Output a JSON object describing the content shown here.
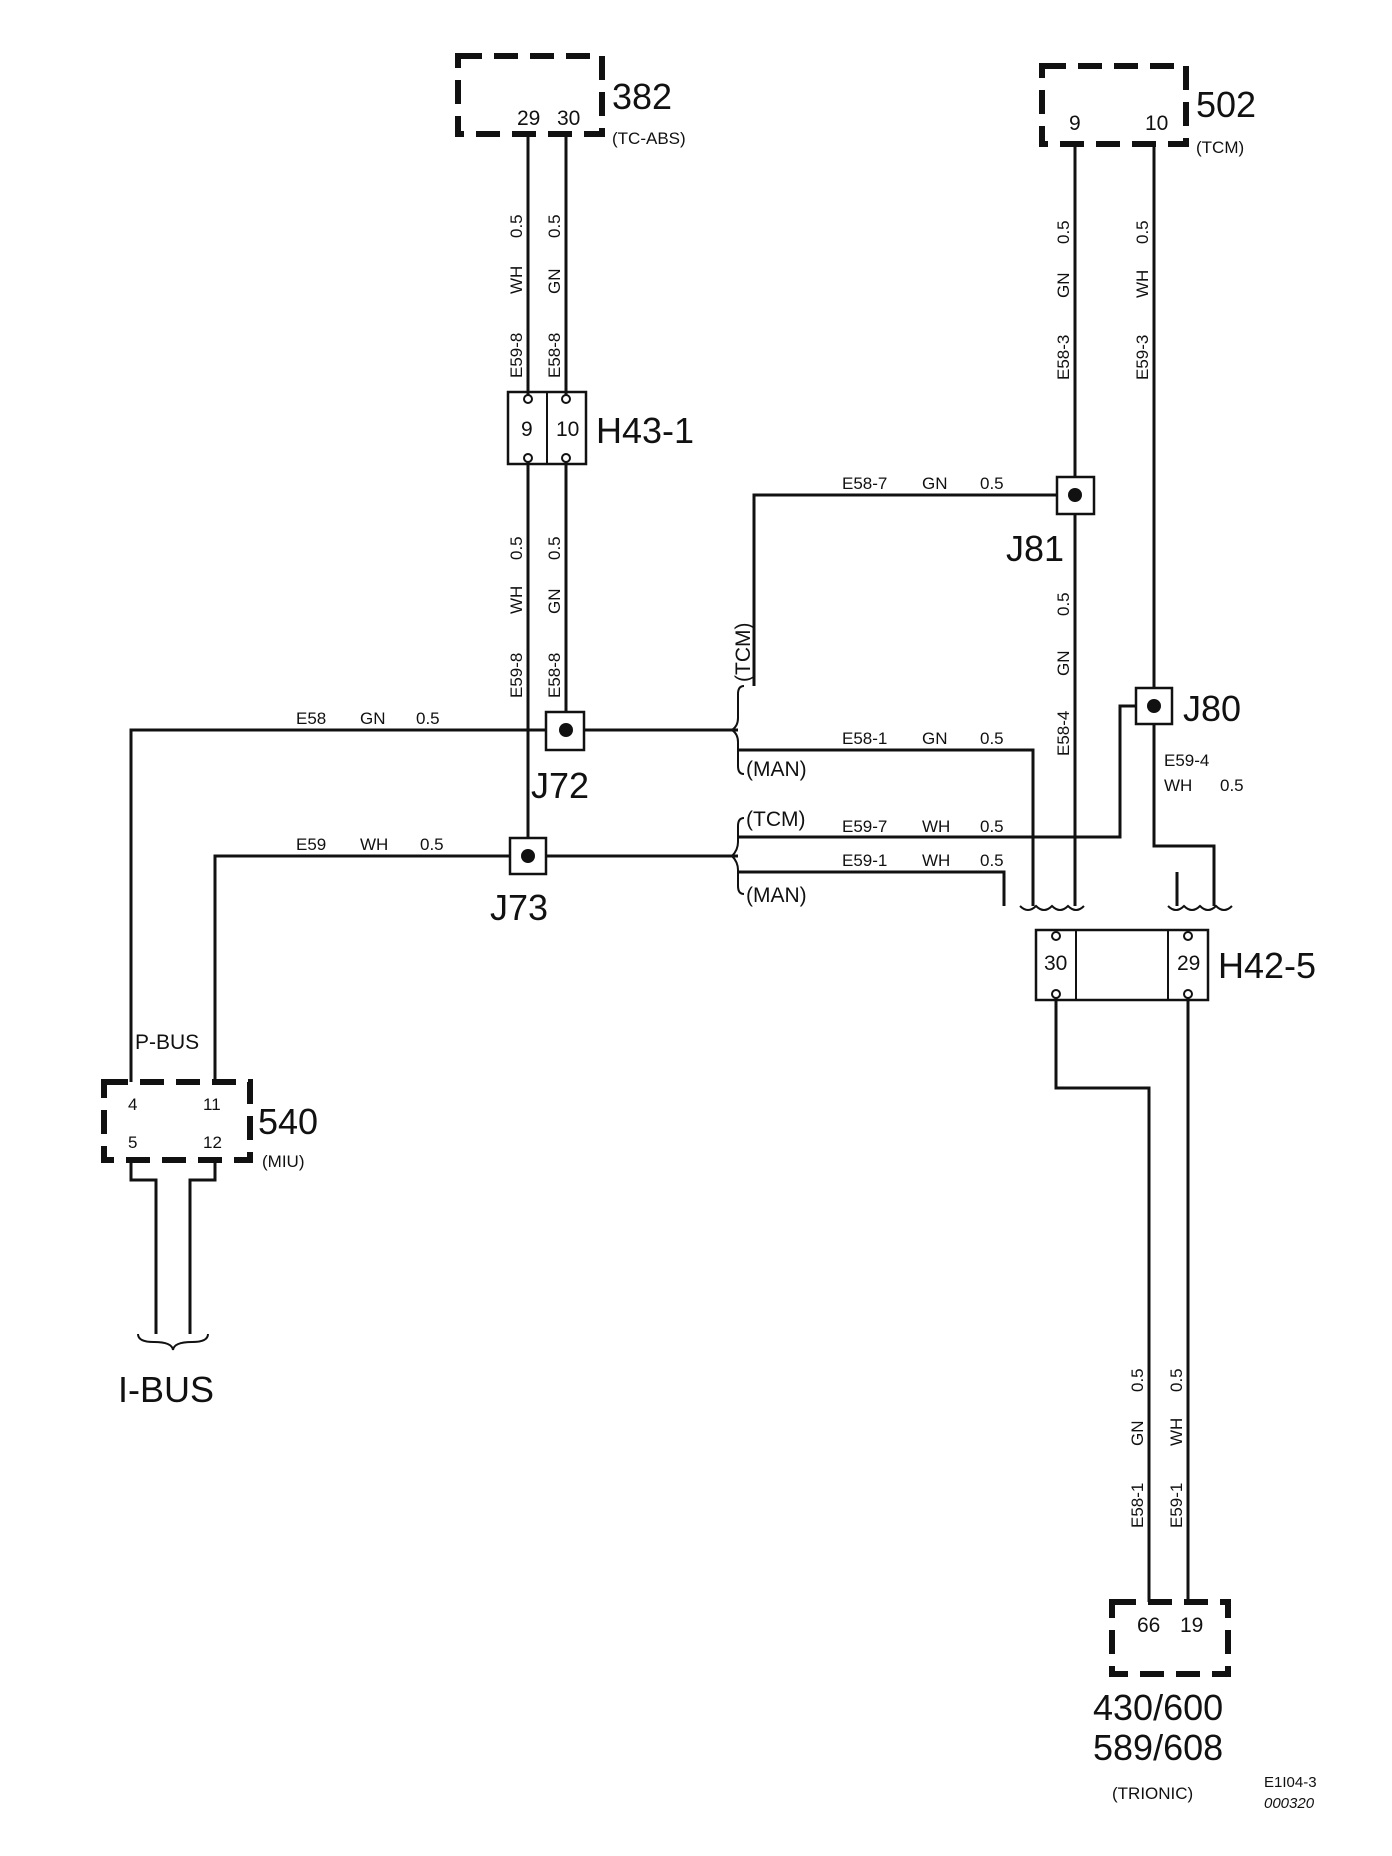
{
  "components": {
    "c382": {
      "number": "382",
      "name": "(TC-ABS)",
      "pin_a": "29",
      "pin_b": "30"
    },
    "c502": {
      "number": "502",
      "name": "(TCM)",
      "pin_a": "9",
      "pin_b": "10"
    },
    "c540": {
      "number": "540",
      "name": "(MIU)",
      "pin_tl": "4",
      "pin_tr": "11",
      "pin_bl": "5",
      "pin_br": "12"
    },
    "trionic": {
      "line1": "430/600",
      "line2": "589/608",
      "name": "(TRIONIC)",
      "pin_a": "66",
      "pin_b": "19"
    }
  },
  "connectors": {
    "h43": {
      "label": "H43-1",
      "pin_a": "9",
      "pin_b": "10"
    },
    "h42": {
      "label": "H42-5",
      "pin_a": "30",
      "pin_b": "29"
    }
  },
  "junctions": {
    "j72": "J72",
    "j73": "J73",
    "j80": "J80",
    "j81": "J81"
  },
  "wires": {
    "top_left_wh": {
      "id": "E59-8",
      "color": "WH",
      "size": "0.5"
    },
    "top_left_gn": {
      "id": "E58-8",
      "color": "GN",
      "size": "0.5"
    },
    "mid_left_wh": {
      "id": "E59-8",
      "color": "WH",
      "size": "0.5"
    },
    "mid_left_gn": {
      "id": "E58-8",
      "color": "GN",
      "size": "0.5"
    },
    "tcm_gn": {
      "id": "E58-3",
      "color": "GN",
      "size": "0.5"
    },
    "tcm_wh": {
      "id": "E59-3",
      "color": "WH",
      "size": "0.5"
    },
    "e58_7": {
      "id": "E58-7",
      "color": "GN",
      "size": "0.5"
    },
    "e58_4": {
      "id": "E58-4",
      "color": "GN",
      "size": "0.5"
    },
    "e59_4": {
      "id": "E59-4",
      "color": "WH",
      "size": "0.5"
    },
    "e58": {
      "id": "E58",
      "color": "GN",
      "size": "0.5"
    },
    "e59": {
      "id": "E59",
      "color": "WH",
      "size": "0.5"
    },
    "e58_1": {
      "id": "E58-1",
      "color": "GN",
      "size": "0.5"
    },
    "e59_7": {
      "id": "E59-7",
      "color": "WH",
      "size": "0.5"
    },
    "e59_1": {
      "id": "E59-1",
      "color": "WH",
      "size": "0.5"
    },
    "bot_gn": {
      "id": "E58-1",
      "color": "GN",
      "size": "0.5"
    },
    "bot_wh": {
      "id": "E59-1",
      "color": "WH",
      "size": "0.5"
    }
  },
  "variants": {
    "tcm": "(TCM)",
    "man": "(MAN)"
  },
  "bus": {
    "pbus": "P-BUS",
    "ibus": "I-BUS"
  },
  "drawing": {
    "ref": "E1I04-3",
    "date": "000320"
  }
}
